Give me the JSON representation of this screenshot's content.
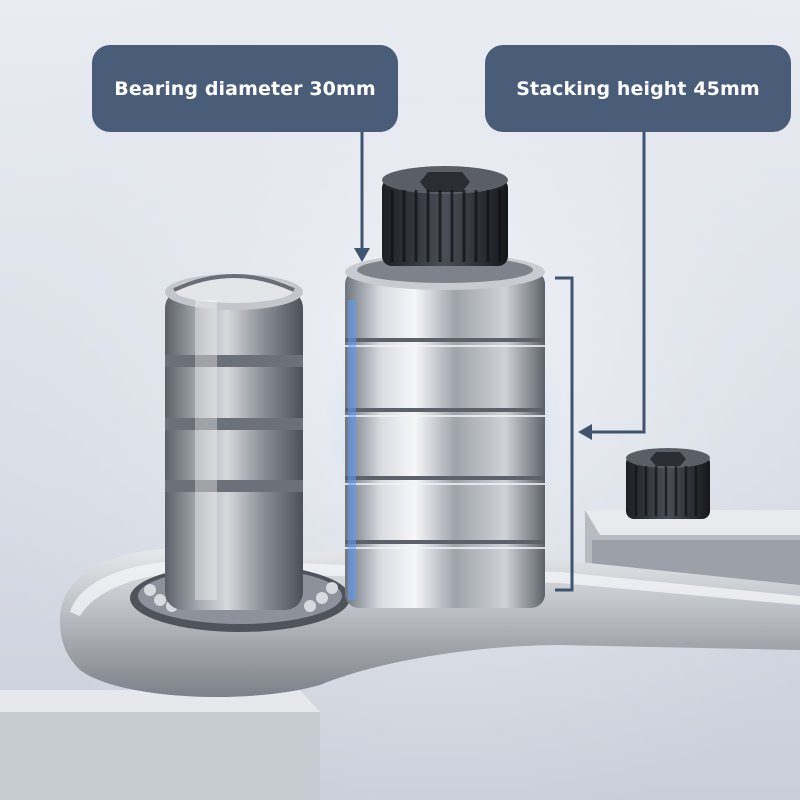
{
  "labels": {
    "bearing_diameter": "Bearing diameter 30mm",
    "stacking_height": "Stacking height 45mm"
  },
  "colors": {
    "callout_fill": "#4a5d78",
    "leader_line": "#3f5470",
    "background": "#dfe3ea",
    "steel": "#b8bcc3"
  },
  "scene": {
    "bearing_stack_rings": 5,
    "shaft_grooves": 3
  }
}
